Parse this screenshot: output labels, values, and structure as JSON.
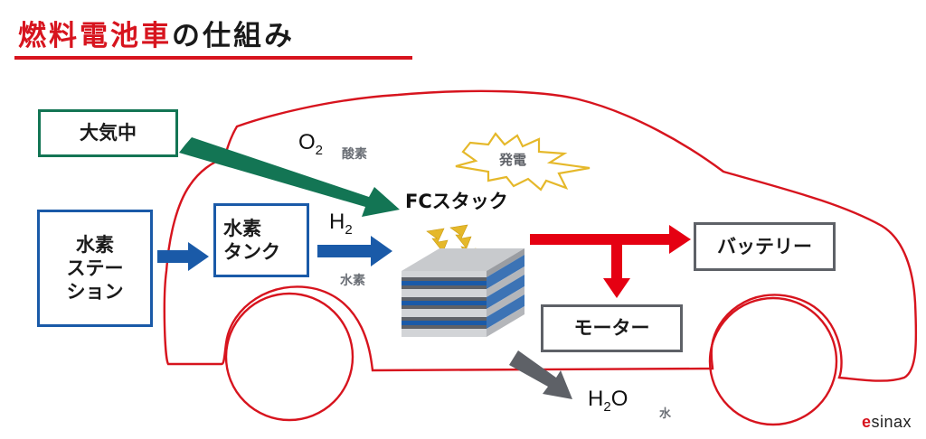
{
  "title": {
    "red_part": "燃料電池車",
    "dark_part": "の仕組み"
  },
  "colors": {
    "accent_red": "#d7141e",
    "oxygen_green": "#137554",
    "hydrogen_blue": "#1a5aa8",
    "neutral_gray": "#5e6167",
    "spark_gold": "#e5b82a"
  },
  "nodes": {
    "atmosphere": "大気中",
    "hydrogen_station": [
      "水素",
      "ステー",
      "ション"
    ],
    "hydrogen_tank": [
      "水素",
      "タンク"
    ],
    "fc_stack": "FCスタック",
    "power_generation": "発電",
    "battery": "バッテリー",
    "motor": "モーター"
  },
  "labels": {
    "oxygen_formula": "O",
    "oxygen_sub": "2",
    "oxygen_jp": "酸素",
    "hydrogen_formula": "H",
    "hydrogen_sub": "2",
    "hydrogen_jp": "水素",
    "water_formula_h": "H",
    "water_sub": "2",
    "water_formula_o": "O",
    "water_jp": "水"
  },
  "edges": [
    {
      "from": "atmosphere",
      "to": "fc_stack",
      "label": "O2 酸素"
    },
    {
      "from": "hydrogen_station",
      "to": "hydrogen_tank"
    },
    {
      "from": "hydrogen_tank",
      "to": "fc_stack",
      "label": "H2 水素"
    },
    {
      "from": "fc_stack",
      "to": "battery"
    },
    {
      "from": "fc_stack",
      "to": "motor"
    },
    {
      "from": "fc_stack",
      "to": "water",
      "label": "H2O 水"
    }
  ],
  "logo": {
    "first": "e",
    "rest": "sinax"
  }
}
